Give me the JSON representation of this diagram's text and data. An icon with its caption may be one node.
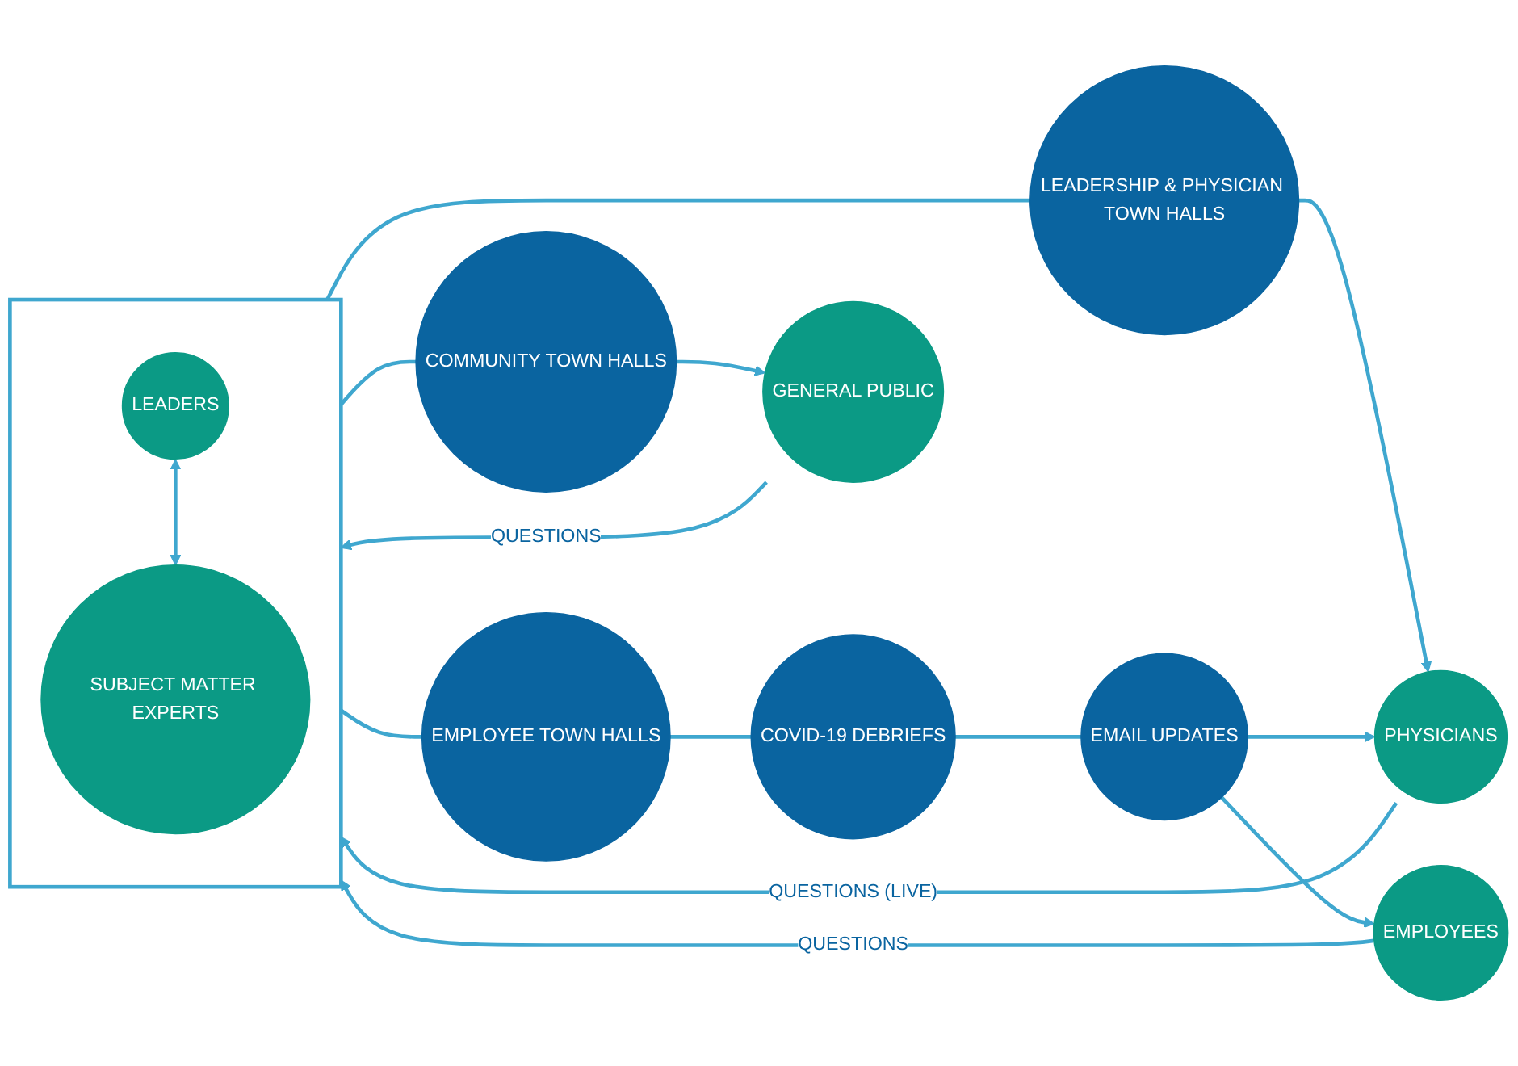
{
  "diagram": {
    "nodes": [
      {
        "text": [],
        "shape": "box"
      },
      {
        "text": [
          "LEADERS"
        ],
        "in": 0
      },
      {
        "text": [
          "SUBJECT MATTER EXPERTS"
        ],
        "in": 0
      },
      {
        "text": [
          "LEADERSHIP & PHYSICIAN TOWN HALLS"
        ]
      },
      {
        "text": [
          "PHYSICIANS"
        ]
      },
      {
        "text": [
          "EMPLOYEE TOWN HALLS"
        ]
      },
      {
        "text": [
          "COVID-19 DEBRIEFS"
        ]
      },
      {
        "text": [
          "EMAIL UPDATES"
        ]
      },
      {
        "text": [
          "EMPLOYEES"
        ]
      },
      {
        "text": [
          "COMMUNITY TOWN HALLS"
        ]
      },
      {
        "text": [
          "GENERAL PUBLIC"
        ]
      }
    ],
    "edges": [
      {
        "from": 1,
        "to": 2,
        "arrow": "both"
      },
      {
        "from": 0,
        "to": 3,
        "arrow": "none"
      },
      {
        "from": 3,
        "to": 4,
        "arrow": "to"
      },
      {
        "from": 4,
        "to": 0,
        "arrow": "to",
        "label": "QUESTIONS (LIVE)"
      },
      {
        "from": 0,
        "to": 5,
        "arrow": "none"
      },
      {
        "from": 5,
        "to": 6,
        "arrow": "none"
      },
      {
        "from": 6,
        "to": 7,
        "arrow": "none"
      },
      {
        "from": 7,
        "to": 4,
        "arrow": "to"
      },
      {
        "from": 7,
        "to": 8,
        "arrow": "to"
      },
      {
        "from": 8,
        "to": 0,
        "arrow": "to",
        "label": "QUESTIONS"
      },
      {
        "from": 0,
        "to": 9,
        "arrow": "none"
      },
      {
        "from": 9,
        "to": 10,
        "arrow": "to"
      },
      {
        "from": 10,
        "to": 0,
        "arrow": "to",
        "label": "QUESTIONS"
      }
    ]
  }
}
